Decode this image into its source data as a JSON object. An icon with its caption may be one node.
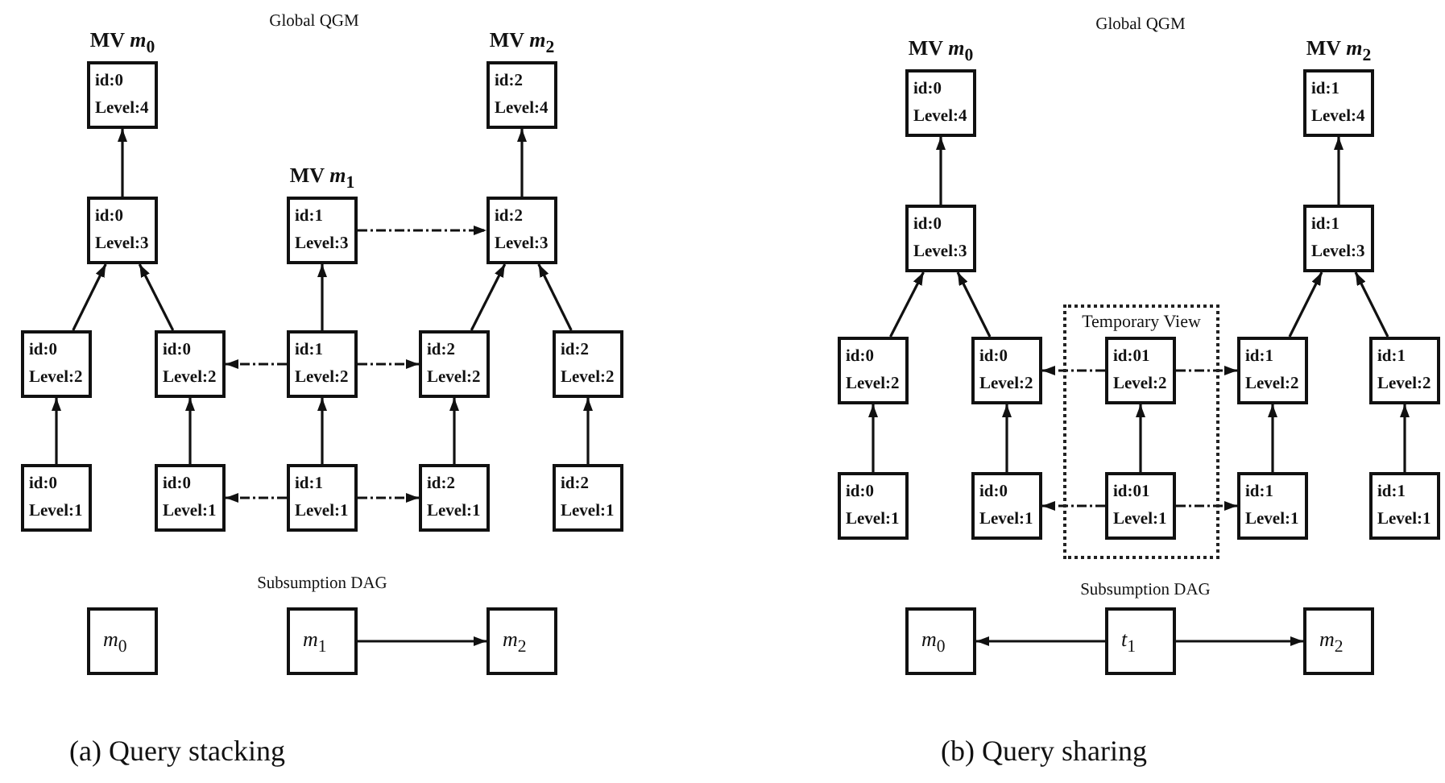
{
  "diagram": {
    "nodes": [
      {
        "text": [
          "MV *m*$_{0}$",
          "id:0",
          "Level:4"
        ]
      },
      {
        "text": [
          "MV *m*$_{2}$",
          "id:2",
          "Level:4"
        ]
      },
      {
        "text": [
          "id:0",
          "Level:3"
        ]
      },
      {
        "text": [
          "MV *m*$_{1}$",
          "id:1",
          "Level:3"
        ]
      },
      {
        "text": [
          "id:2",
          "Level:3"
        ]
      },
      {
        "text": [
          "id:0",
          "Level:2"
        ]
      },
      {
        "text": [
          "id:0",
          "Level:2"
        ]
      },
      {
        "text": [
          "id:1",
          "Level:2"
        ]
      },
      {
        "text": [
          "id:2",
          "Level:2"
        ]
      },
      {
        "text": [
          "id:2",
          "Level:2"
        ]
      },
      {
        "text": [
          "id:0",
          "Level:1"
        ]
      },
      {
        "text": [
          "id:0",
          "Level:1"
        ]
      },
      {
        "text": [
          "id:1",
          "Level:1"
        ]
      },
      {
        "text": [
          "id:2",
          "Level:1"
        ]
      },
      {
        "text": [
          "id:2",
          "Level:1"
        ]
      },
      {
        "text": [
          "*m*$_{0}$"
        ]
      },
      {
        "text": [
          "*m*$_{1}$"
        ]
      },
      {
        "text": [
          "*m*$_{2}$"
        ]
      },
      {
        "text": [
          "MV *m*$_{0}$",
          "id:0",
          "Level:4"
        ]
      },
      {
        "text": [
          "MV *m*$_{2}$",
          "id:1",
          "Level:4"
        ]
      },
      {
        "text": [
          "id:0",
          "Level:3"
        ]
      },
      {
        "text": [
          "id:1",
          "Level:3"
        ]
      },
      {
        "text": [
          "Temporary View"
        ]
      },
      {
        "text": [
          "id:0",
          "Level:2"
        ]
      },
      {
        "text": [
          "id:0",
          "Level:2"
        ]
      },
      {
        "text": [
          "id:01",
          "Level:2"
        ],
        "in": 22
      },
      {
        "text": [
          "id:1",
          "Level:2"
        ]
      },
      {
        "text": [
          "id:1",
          "Level:2"
        ]
      },
      {
        "text": [
          "id:0",
          "Level:1"
        ]
      },
      {
        "text": [
          "id:0",
          "Level:1"
        ]
      },
      {
        "text": [
          "id:01",
          "Level:1"
        ],
        "in": 22
      },
      {
        "text": [
          "id:1",
          "Level:1"
        ]
      },
      {
        "text": [
          "id:1",
          "Level:1"
        ]
      },
      {
        "text": [
          "*m*$_{0}$"
        ]
      },
      {
        "text": [
          "*t*$_{1}$"
        ]
      },
      {
        "text": [
          "*m*$_{2}$"
        ]
      }
    ],
    "edges": [
      {
        "from": 2,
        "to": 0,
        "arrow": "to"
      },
      {
        "from": 4,
        "to": 1,
        "arrow": "to"
      },
      {
        "from": 3,
        "to": 4,
        "arrow": "to",
        "style": "dashed"
      },
      {
        "from": 5,
        "to": 2,
        "arrow": "to"
      },
      {
        "from": 6,
        "to": 2,
        "arrow": "to"
      },
      {
        "from": 7,
        "to": 3,
        "arrow": "to"
      },
      {
        "from": 8,
        "to": 4,
        "arrow": "to"
      },
      {
        "from": 9,
        "to": 4,
        "arrow": "to"
      },
      {
        "from": 7,
        "to": 6,
        "arrow": "to",
        "style": "dashed"
      },
      {
        "from": 7,
        "to": 8,
        "arrow": "to",
        "style": "dashed"
      },
      {
        "from": 10,
        "to": 5,
        "arrow": "to"
      },
      {
        "from": 11,
        "to": 6,
        "arrow": "to"
      },
      {
        "from": 12,
        "to": 7,
        "arrow": "to"
      },
      {
        "from": 13,
        "to": 8,
        "arrow": "to"
      },
      {
        "from": 14,
        "to": 9,
        "arrow": "to"
      },
      {
        "from": 12,
        "to": 11,
        "arrow": "to",
        "style": "dashed"
      },
      {
        "from": 12,
        "to": 13,
        "arrow": "to",
        "style": "dashed"
      },
      {
        "from": 16,
        "to": 17,
        "arrow": "to"
      },
      {
        "from": 20,
        "to": 18,
        "arrow": "to"
      },
      {
        "from": 21,
        "to": 19,
        "arrow": "to"
      },
      {
        "from": 23,
        "to": 20,
        "arrow": "to"
      },
      {
        "from": 24,
        "to": 20,
        "arrow": "to"
      },
      {
        "from": 26,
        "to": 21,
        "arrow": "to"
      },
      {
        "from": 27,
        "to": 21,
        "arrow": "to"
      },
      {
        "from": 25,
        "to": 24,
        "arrow": "to",
        "style": "dashed"
      },
      {
        "from": 25,
        "to": 26,
        "arrow": "to",
        "style": "dashed"
      },
      {
        "from": 28,
        "to": 23,
        "arrow": "to"
      },
      {
        "from": 29,
        "to": 24,
        "arrow": "to"
      },
      {
        "from": 30,
        "to": 25,
        "arrow": "to"
      },
      {
        "from": 31,
        "to": 26,
        "arrow": "to"
      },
      {
        "from": 32,
        "to": 27,
        "arrow": "to"
      },
      {
        "from": 30,
        "to": 29,
        "arrow": "to",
        "style": "dashed"
      },
      {
        "from": 30,
        "to": 31,
        "arrow": "to",
        "style": "dashed"
      },
      {
        "from": 34,
        "to": 33,
        "arrow": "to"
      },
      {
        "from": 34,
        "to": 35,
        "arrow": "to"
      }
    ],
    "labels": [
      "Global QGM",
      "Subsumption DAG",
      "(a) Query stacking",
      "Global QGM",
      "Subsumption DAG",
      "(b) Query sharing"
    ]
  }
}
